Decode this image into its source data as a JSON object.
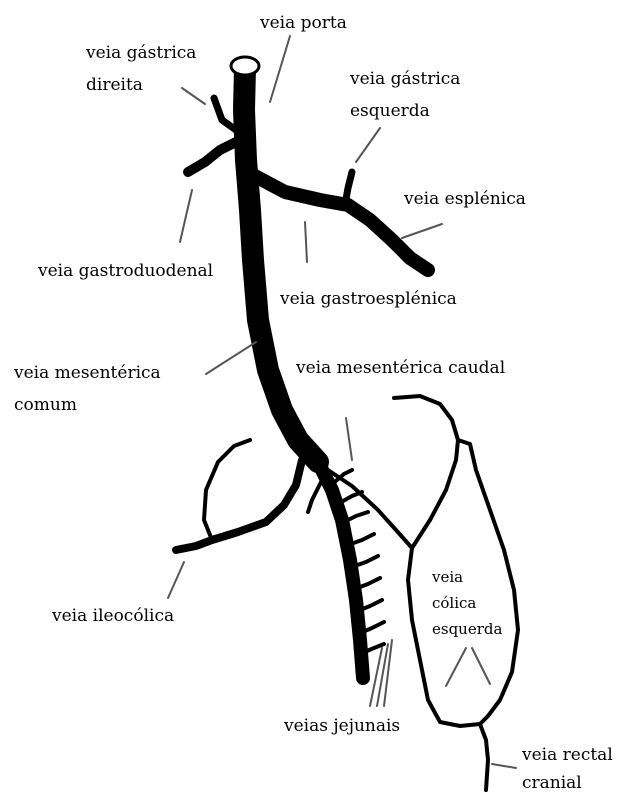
{
  "labels": {
    "veia_porta": "veia porta",
    "veia_gastrica_direita_1": "veia gástrica",
    "veia_gastrica_direita_2": "direita",
    "veia_gastrica_esquerda_1": "veia gástrica",
    "veia_gastrica_esquerda_2": "esquerda",
    "veia_esplenica": "veia esplénica",
    "veia_gastroduodenal": "veia gastroduodenal",
    "veia_gastroesplenica": "veia gastroesplénica",
    "veia_mesenterica_comum_1": "veia mesentérica",
    "veia_mesenterica_comum_2": "comum",
    "veia_mesenterica_caudal": "veia mesentérica caudal",
    "veia_colica_esquerda_1": "veia",
    "veia_colica_esquerda_2": "cólica",
    "veia_colica_esquerda_3": "esquerda",
    "veia_ileocolica": "veia ileocólica",
    "veias_jejunais": "veias jejunais",
    "veia_rectal_cranial_1": "veia rectal",
    "veia_rectal_cranial_2": "cranial"
  },
  "colors": {
    "vessel": "#000000",
    "leader": "#555555",
    "background": "#ffffff"
  }
}
